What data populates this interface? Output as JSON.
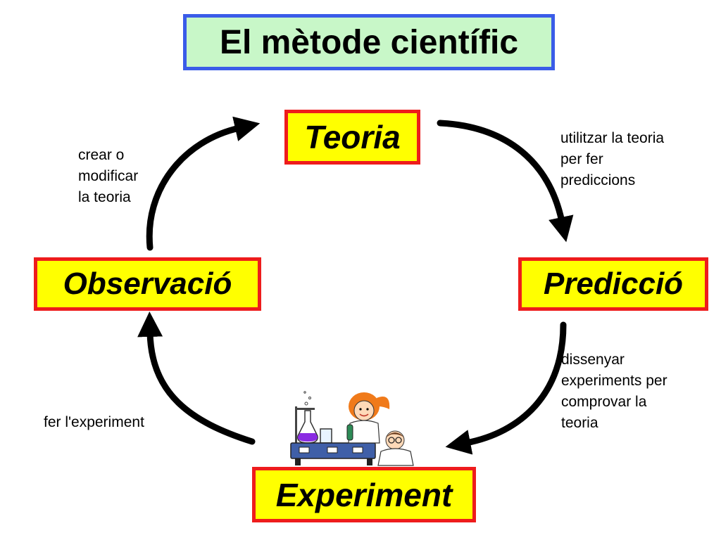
{
  "title": "El mètode científic",
  "nodes": {
    "teoria": "Teoria",
    "prediccio": "Predicció",
    "experiment": "Experiment",
    "observacio": "Observació"
  },
  "notes": {
    "utilitzar": [
      "utilitzar la teoria",
      "per fer",
      "prediccions"
    ],
    "dissenyar": [
      "dissenyar",
      "experiments per",
      "comprovar la",
      "teoria"
    ],
    "fer": [
      "fer l'experiment"
    ],
    "crear": [
      "crear o",
      "modificar",
      "la teoria"
    ]
  },
  "colors": {
    "title_border": "#3a5ce8",
    "title_fill": "#c8f7c8",
    "node_border": "#ee1c1c",
    "node_fill": "#ffff00",
    "arrow": "#000000"
  },
  "illustration": "scientists-lab-illustration"
}
